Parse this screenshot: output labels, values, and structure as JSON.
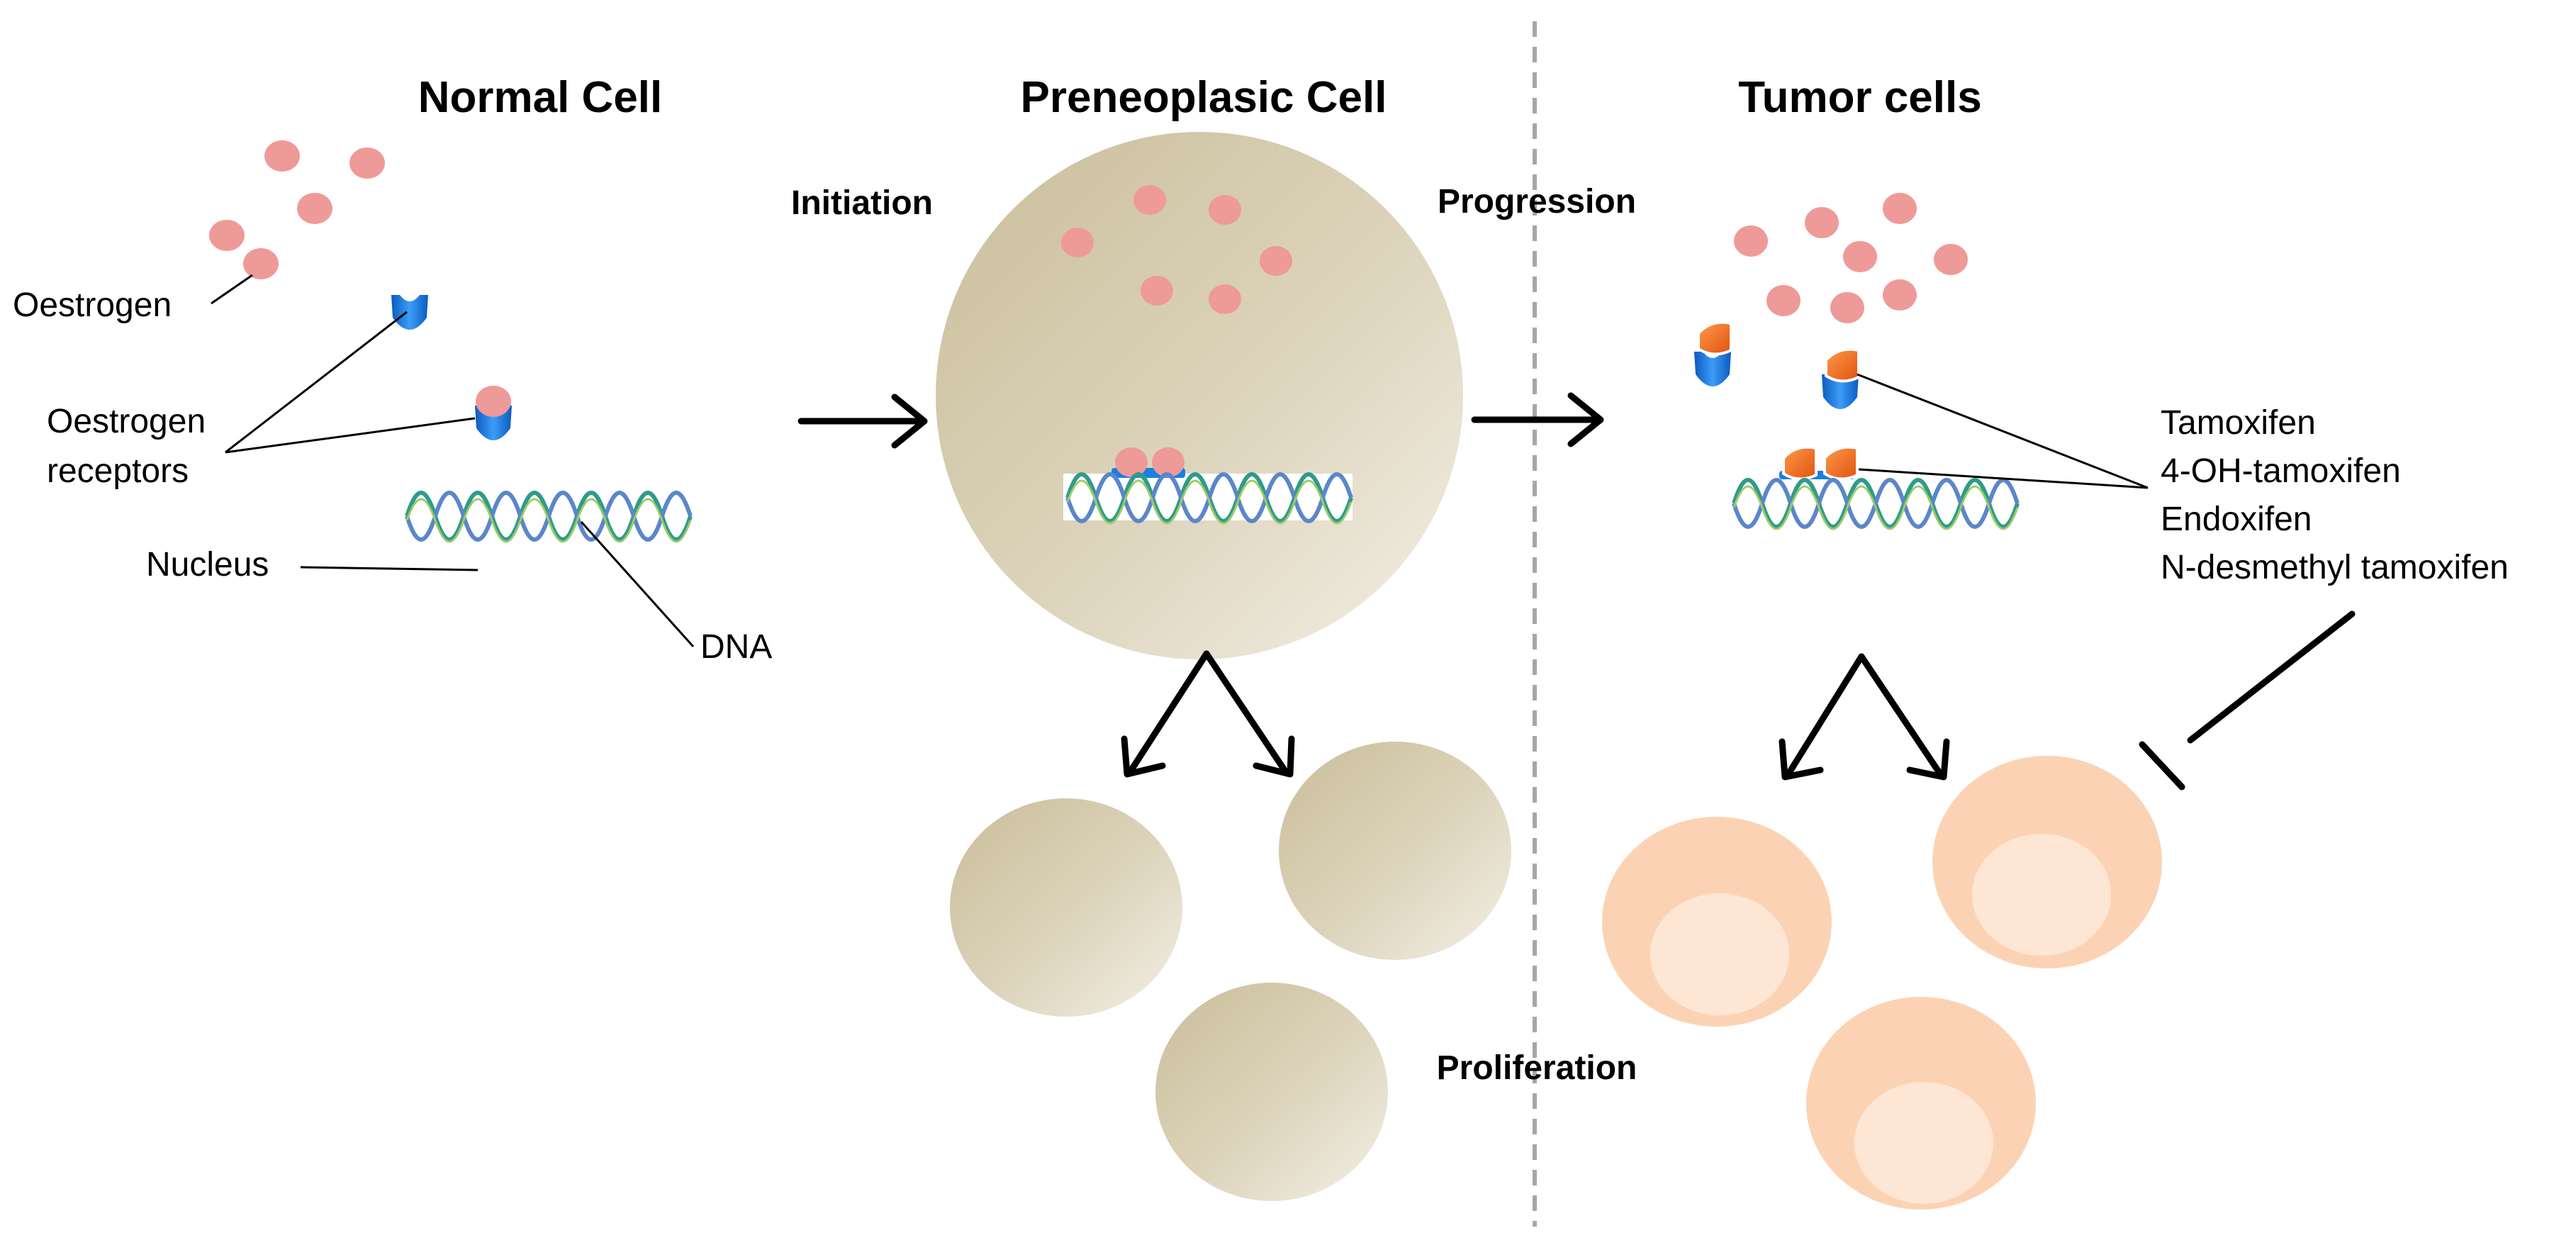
{
  "titles": {
    "normal": "Normal Cell",
    "preneoplastic": "Preneoplasic Cell",
    "tumor": "Tumor cells"
  },
  "stages": {
    "initiation": "Initiation",
    "progression": "Progression",
    "proliferation": "Proliferation"
  },
  "labels": {
    "oestrogen": "Oestrogen",
    "receptors_line1": "Oestrogen",
    "receptors_line2": "receptors",
    "nucleus": "Nucleus",
    "dna": "DNA"
  },
  "drugs": [
    "Tamoxifen",
    "4-OH-tamoxifen",
    "Endoxifen",
    "N-desmethyl tamoxifen"
  ],
  "colors": {
    "oestrogen": "#ee9a98",
    "receptor": "#1a7fe0",
    "drug": "#f26a1b",
    "preneoplastic_cell": "#d9cfb4",
    "tumor_cell": "#fbd3b4",
    "tumor_nucleus": "#fde6d4",
    "divider": "#a6a6a6"
  }
}
